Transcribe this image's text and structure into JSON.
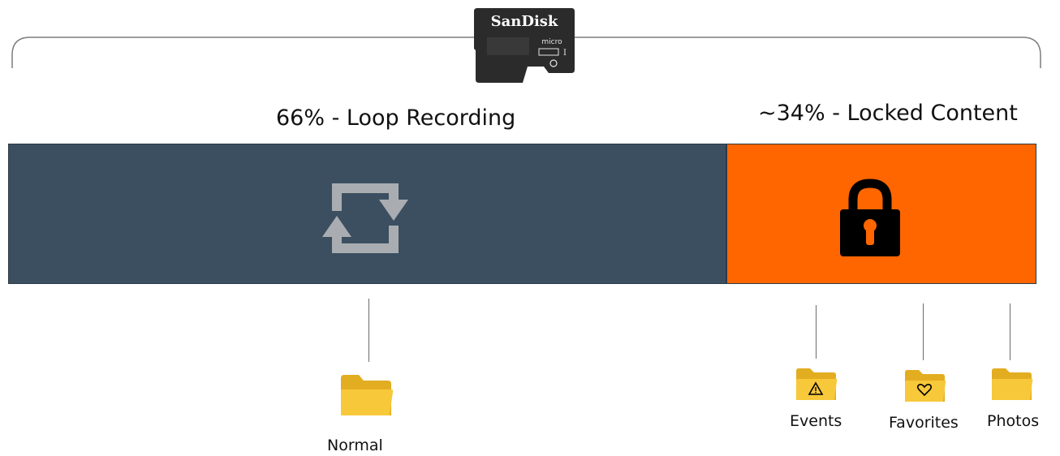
{
  "card": {
    "brand": "SanDisk",
    "type_text": "micro",
    "speed_mark": "I"
  },
  "segments": [
    {
      "id": "loop",
      "title": "66% - Loop Recording",
      "share_percent": 66,
      "color": "#3b4f60",
      "icon": "loop-arrows-icon"
    },
    {
      "id": "locked",
      "title": "~34% - Locked Content",
      "share_percent": 34,
      "color": "#ff6600",
      "icon": "padlock-icon"
    }
  ],
  "folders": {
    "normal": {
      "label": "Normal",
      "icon": "folder-icon"
    },
    "events": {
      "label": "Events",
      "icon": "folder-warning-icon"
    },
    "favorites": {
      "label": "Favorites",
      "icon": "folder-heart-icon"
    },
    "photos": {
      "label": "Photos",
      "icon": "folder-icon"
    }
  },
  "colors": {
    "folder": "#f7c83a",
    "folder_back": "#e3ad22",
    "loop_icon": "#a9adb1",
    "lock_icon": "#000000"
  }
}
